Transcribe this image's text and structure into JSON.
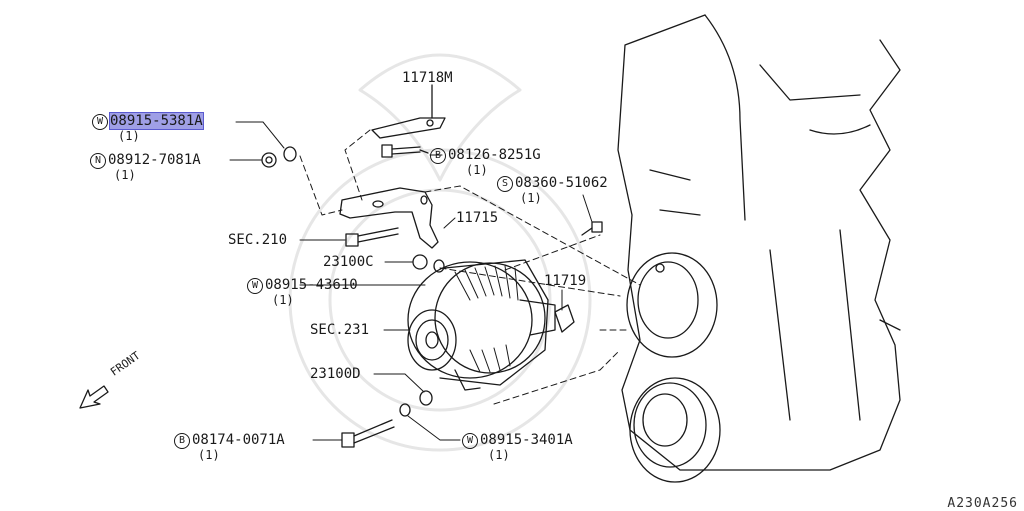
{
  "parts": [
    {
      "id": "p1",
      "prefix": "W",
      "number": "08915-5381A",
      "qty": "(1)",
      "highlighted": true
    },
    {
      "id": "p2",
      "prefix": "N",
      "number": "08912-7081A",
      "qty": "(1)"
    },
    {
      "id": "p3",
      "prefix": "",
      "number": "11718M",
      "qty": ""
    },
    {
      "id": "p4",
      "prefix": "B",
      "number": "08126-8251G",
      "qty": "(1)"
    },
    {
      "id": "p5",
      "prefix": "S",
      "number": "08360-51062",
      "qty": "(1)"
    },
    {
      "id": "p6",
      "prefix": "",
      "number": "11715",
      "qty": ""
    },
    {
      "id": "p7",
      "prefix": "",
      "number": "SEC.210",
      "qty": ""
    },
    {
      "id": "p8",
      "prefix": "",
      "number": "23100C",
      "qty": ""
    },
    {
      "id": "p9",
      "prefix": "W",
      "number": "08915-43610",
      "qty": "(1)"
    },
    {
      "id": "p10",
      "prefix": "",
      "number": "11719",
      "qty": ""
    },
    {
      "id": "p11",
      "prefix": "",
      "number": "SEC.231",
      "qty": ""
    },
    {
      "id": "p12",
      "prefix": "",
      "number": "23100D",
      "qty": ""
    },
    {
      "id": "p13",
      "prefix": "B",
      "number": "08174-0071A",
      "qty": "(1)"
    },
    {
      "id": "p14",
      "prefix": "W",
      "number": "08915-3401A",
      "qty": "(1)"
    }
  ],
  "front_label": "FRONT",
  "diagram_code": "A230A256",
  "colors": {
    "highlight": "#9f9fe6",
    "line": "#1a1a1a"
  }
}
